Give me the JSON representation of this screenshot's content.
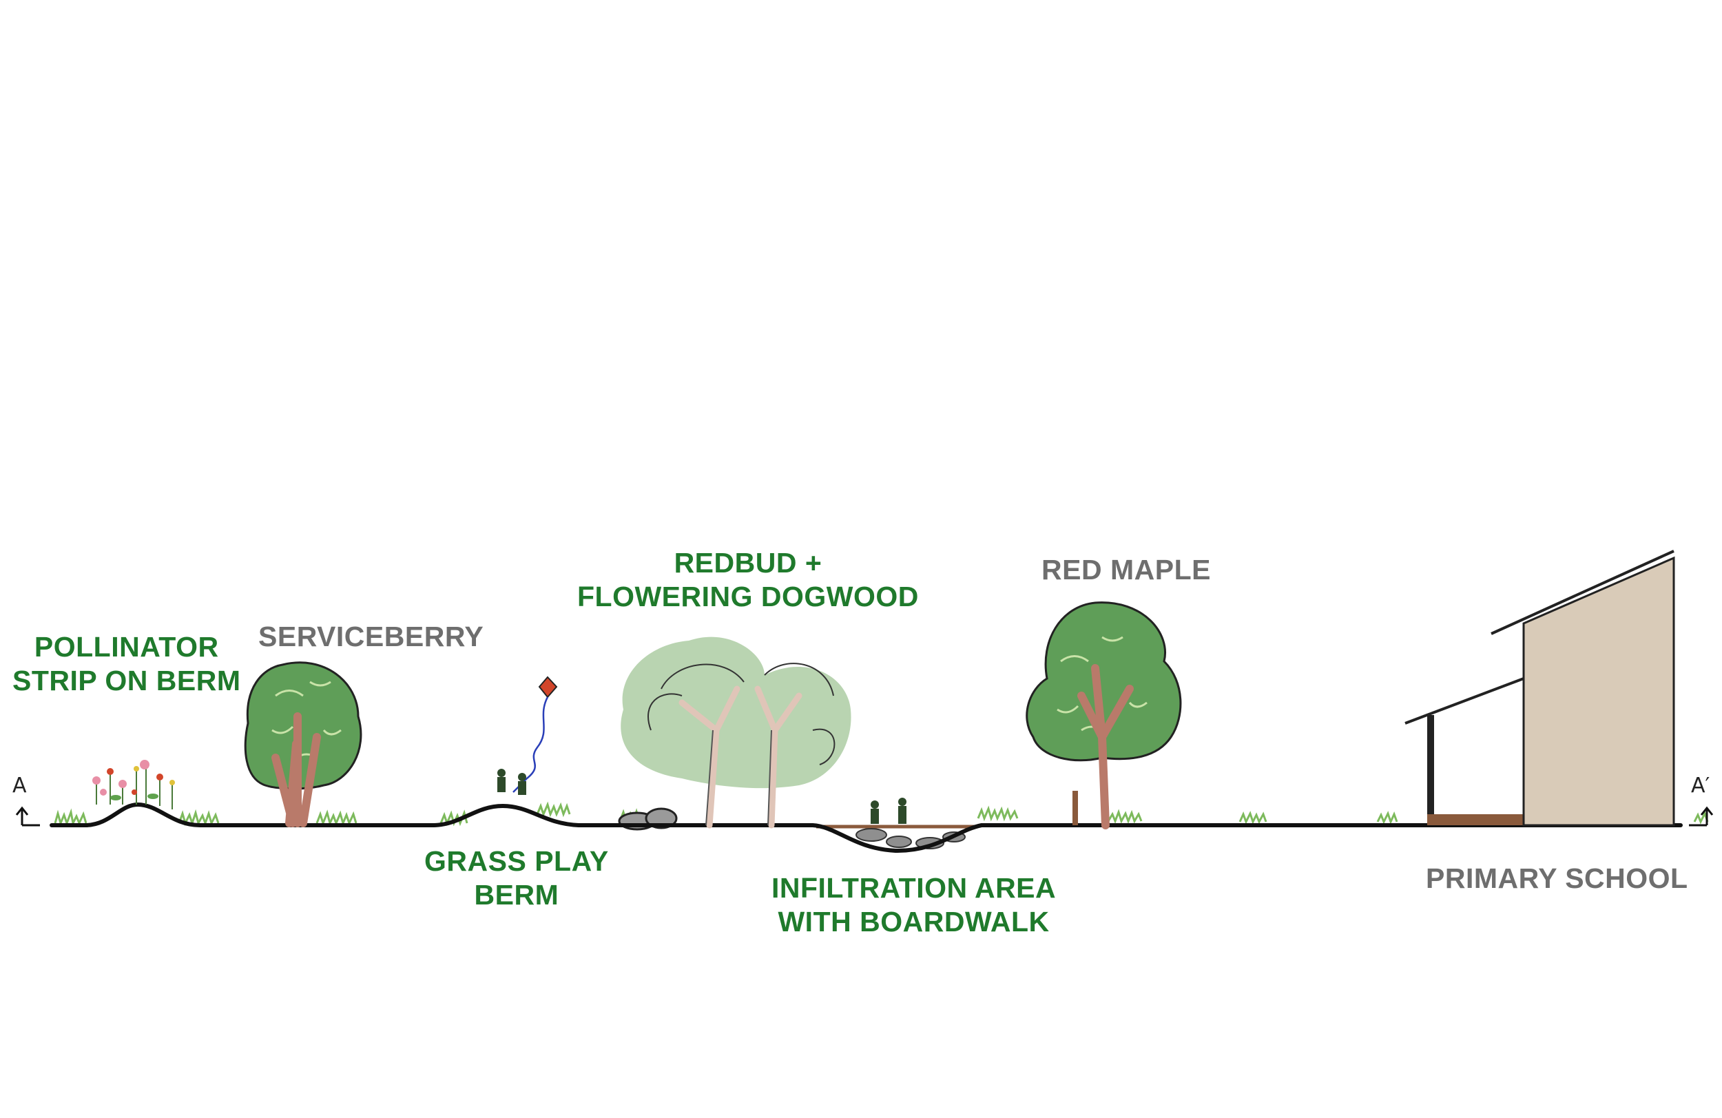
{
  "labels": {
    "pollinator": [
      "POLLINATOR",
      "STRIP ON BERM"
    ],
    "serviceberry": [
      "SERVICEBERRY"
    ],
    "grass_play": [
      "GRASS PLAY",
      "BERM"
    ],
    "redbud": [
      "REDBUD +",
      "FLOWERING DOGWOOD"
    ],
    "infiltration": [
      "INFILTRATION AREA",
      "WITH BOARDWALK"
    ],
    "red_maple": [
      "RED MAPLE"
    ],
    "school": [
      "PRIMARY SCHOOL"
    ]
  },
  "section_markers": {
    "start": "A",
    "end": "A′"
  },
  "colors": {
    "green_label": "#1f7a2c",
    "gray_label": "#6e6e6e",
    "ground": "#111111",
    "grass": "#7dba5c",
    "tree_dark": "#5f9e58",
    "tree_light": "#b9d4b1",
    "trunk": "#b97a6a",
    "building": "#d9cbb8"
  }
}
